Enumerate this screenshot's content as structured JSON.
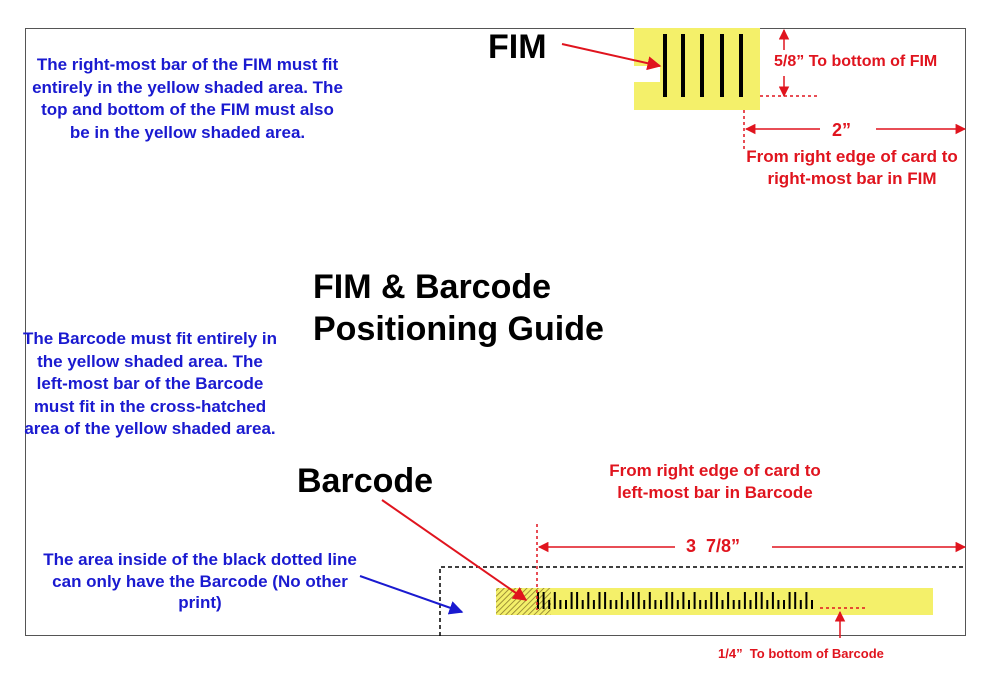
{
  "notes": {
    "fim": "The right-most bar of the FIM must fit entirely in the yellow shaded area. The top and bottom of the FIM must also be in the yellow shaded area.",
    "barcode": "The Barcode must fit entirely in the yellow shaded area. The left-most bar of the Barcode must fit in the cross-hatched area of the yellow shaded area.",
    "dotted_area": "The area inside of the black dotted line can only have the Barcode (No other print)"
  },
  "title": "FIM & Barcode Positioning Guide",
  "labels": {
    "fim": "FIM",
    "barcode": "Barcode"
  },
  "measurements": {
    "fim_height": "5/8” To bottom of FIM",
    "fim_distance": "2”",
    "fim_distance_desc": "From right edge of card to right-most bar in FIM",
    "barcode_distance": "3  7/8”",
    "barcode_distance_desc": "From right edge of card to left-most bar in Barcode",
    "barcode_height": "1/4”  To bottom of Barcode"
  },
  "colors": {
    "yellow_zone": "#f4f06a",
    "note_blue": "#1a1ad0",
    "measure_red": "#e0141e",
    "border": "#555555"
  }
}
